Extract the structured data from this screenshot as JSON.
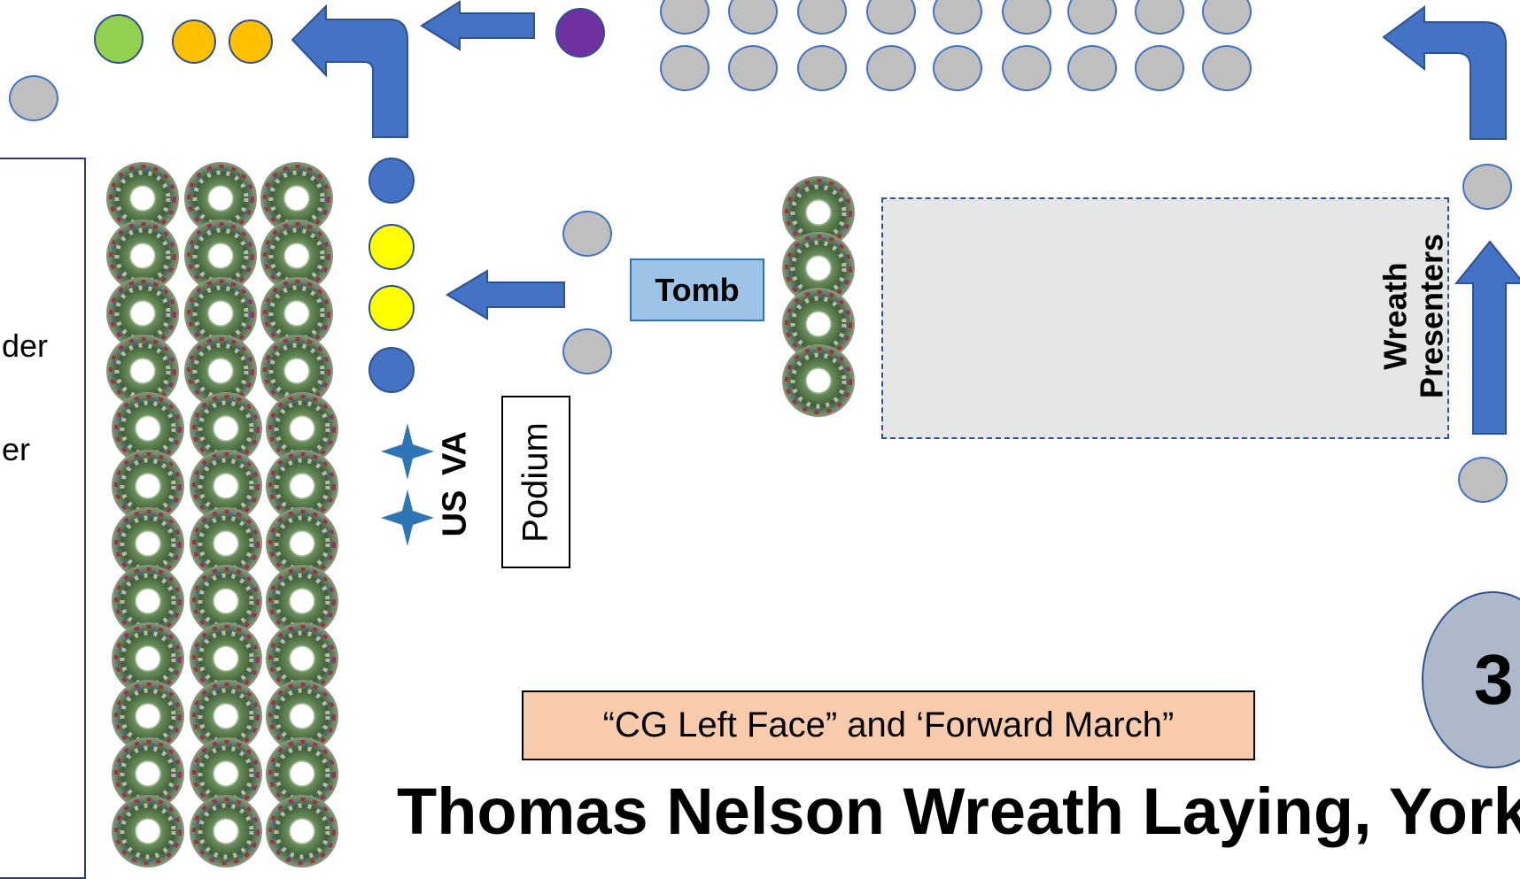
{
  "legend": {
    "line1": "der",
    "line2": "er"
  },
  "labels": {
    "tomb": "Tomb",
    "podium": "Podium",
    "flag_va": "VA",
    "flag_us": "US",
    "presenters_line1": "Wreath",
    "presenters_line2": "Presenters",
    "command": "“CG Left Face” and ‘Forward March”",
    "step": "3",
    "title": "Thomas Nelson Wreath Laying, York"
  },
  "colors": {
    "arrow": "#4472c4",
    "gray_dot": "#bfbfbf",
    "green": "#92d050",
    "orange": "#ffc000",
    "purple": "#7030a0",
    "yellow": "#ffff00",
    "blue_dot": "#4472c4",
    "star": "#2e75b6"
  },
  "icons": [
    "arrow-left-icon",
    "arrow-turn-left-icon",
    "arrow-up-icon",
    "star-icon",
    "wreath-icon"
  ]
}
